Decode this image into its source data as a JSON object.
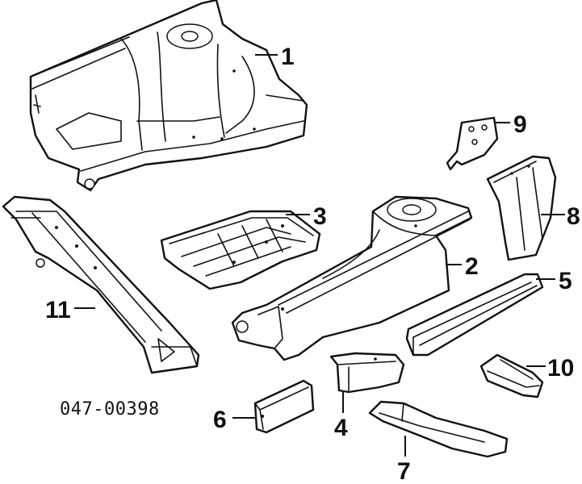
{
  "diagram_code": "047-00398",
  "callouts": [
    "1",
    "2",
    "3",
    "4",
    "5",
    "6",
    "7",
    "8",
    "9",
    "10",
    "11"
  ]
}
